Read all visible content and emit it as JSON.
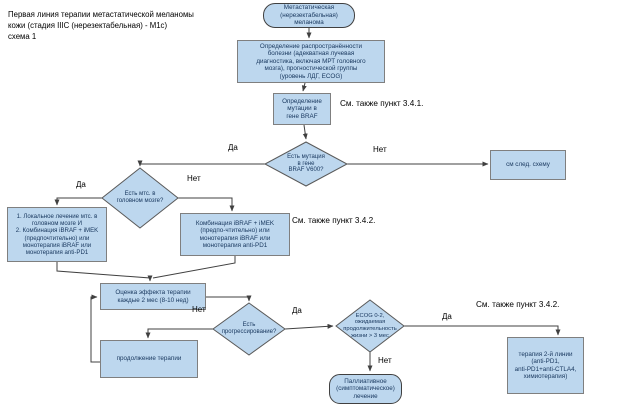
{
  "title": "Первая линия терапии метастатической меланомы\nкожи (стадия IIIC (нерезектабельная) - М1с)\nсхема 1",
  "nodes": {
    "start": "Метастатическая\n(нерезектабельная)\nмеланома",
    "staging": "Определение распространённости\nболезни (адекватная лучевая\nдиагностика, включая МРТ головного\nмозга), прогностической группы\n(уровень ЛДГ, ECOG)",
    "braf_test": "Определение\nмутации в\nгене BRAF",
    "braf_question": "Есть мутация\nв гене\nBRAF V600?",
    "next_scheme": "см след. схему",
    "brain_mts_question": "Есть мтс. в\nголовном мозге?",
    "local_treatment": "1. Локальное лечение мтс. в\nголовном мозге И\n2. Комбинация  iBRAF + iMEK\n(предпочтительно) или\nмонотерапия iBRAF или\nмонотерапия anti-PD1",
    "combo_therapy": "Комбинация  iBRAF + iMEK\n(предпо-чтительно) или\nмонотерапия iBRAF или\nмонотерапия anti-PD1",
    "assessment": "Оценка эффекта терапии\nкаждые 2 мес (8-10 нед)",
    "progression_question": "Есть\nпрогрессирование?",
    "ecog_question": "ECOG 0-2,\nожидаемая\nпродолжительность\nжизни > 3 мес",
    "second_line": "терапия 2-й линии\n(anti-PD1,\nanti-PD1+anti-CTLA4,\nхимиотерапия)",
    "continue_therapy": "продолжение терапии",
    "palliative": "Паллиативное\n(симптоматическое)\nлечение"
  },
  "annotations": {
    "see_341": "См. также  пункт 3.4.1.",
    "see_342_a": "См. также  пункт 3.4.2.",
    "see_342_b": "См. также  пункт 3.4.2."
  },
  "edge_labels": {
    "braf_yes": "Да",
    "braf_no": "Нет",
    "mts_yes": "Да",
    "mts_no": "Нет",
    "prog_no": "Нет",
    "prog_yes": "Да",
    "ecog_yes": "Да",
    "ecog_no": "Нет"
  },
  "colors": {
    "node_fill": "#BDD7EE",
    "rect_border": "#7F7F7F",
    "diamond_border": "#595959",
    "line": "#404040",
    "node_text": "#17365D"
  }
}
